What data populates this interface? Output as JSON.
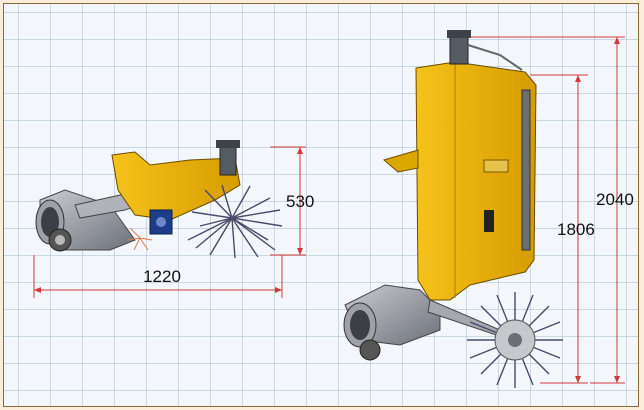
{
  "dimensions": {
    "length": "1220",
    "height_side": "530",
    "height_inner": "1806",
    "height_total": "2040"
  },
  "colors": {
    "body_yellow": "#f2b705",
    "body_shade": "#c98f00",
    "dim_line": "#d23a3a",
    "brush": "#4a4a6a",
    "grey_part": "#8a8e95"
  }
}
